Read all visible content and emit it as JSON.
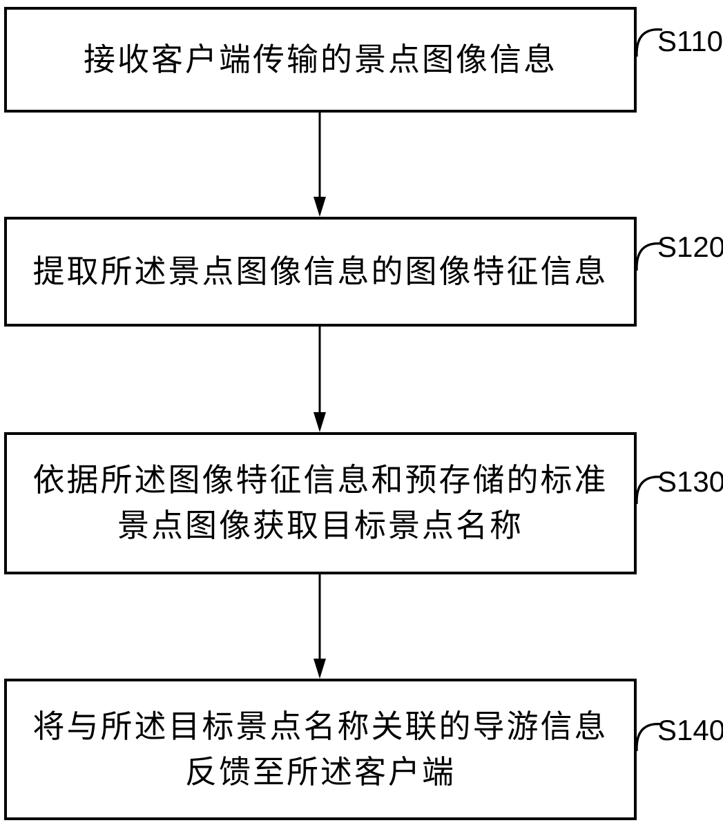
{
  "figure": {
    "type": "flowchart",
    "colors": {
      "stroke": "#000000",
      "background": "#ffffff",
      "text": "#000000"
    },
    "steps": [
      {
        "label": "S110",
        "lines": [
          "接收客户端传输的景点图像信息"
        ]
      },
      {
        "label": "S120",
        "lines": [
          "提取所述景点图像信息的图像特征信息"
        ]
      },
      {
        "label": "S130",
        "lines": [
          "依据所述图像特征信息和预存储的标准",
          "景点图像获取目标景点名称"
        ]
      },
      {
        "label": "S140",
        "lines": [
          "将与所述目标景点名称关联的导游信息",
          "反馈至所述客户端"
        ]
      }
    ],
    "connections": [
      {
        "from": "S110",
        "to": "S120",
        "type": "arrow-down"
      },
      {
        "from": "S120",
        "to": "S130",
        "type": "arrow-down"
      },
      {
        "from": "S130",
        "to": "S140",
        "type": "arrow-down"
      }
    ]
  }
}
